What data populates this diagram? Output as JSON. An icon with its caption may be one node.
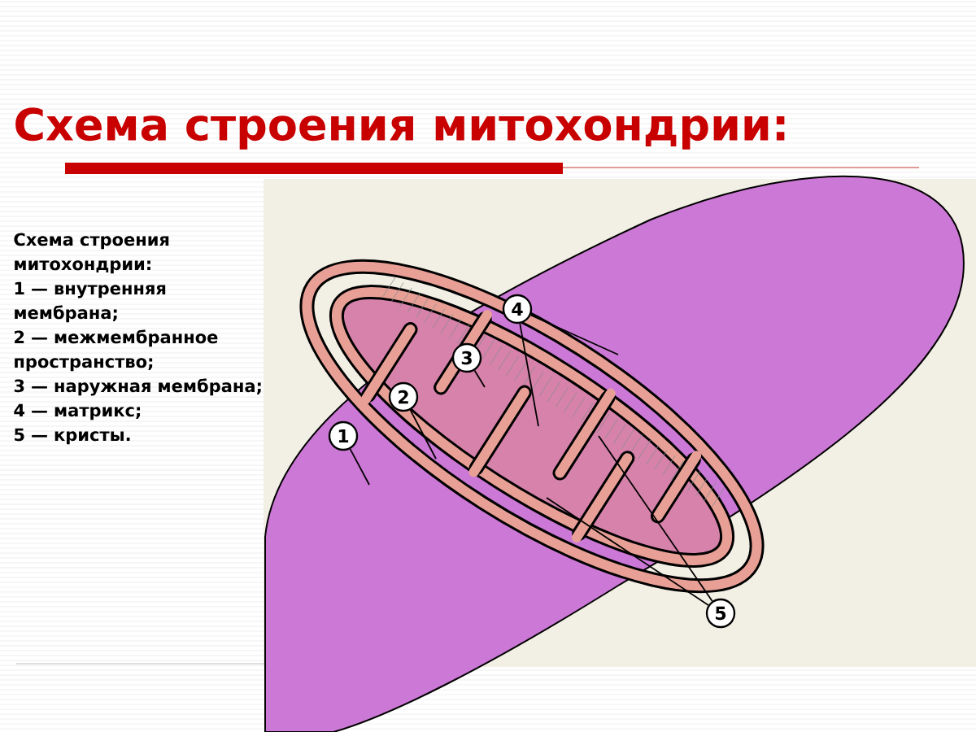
{
  "diagram": {
    "title": "Схема строения митохондрии:",
    "nodes": [
      {
        "text": [
          "1"
        ]
      },
      {
        "text": [
          "2"
        ]
      },
      {
        "text": [
          "3"
        ]
      },
      {
        "text": [
          "4"
        ]
      },
      {
        "text": [
          "5"
        ]
      }
    ],
    "edges": [
      {
        "from": 0,
        "to": null,
        "arrow": "none"
      },
      {
        "from": 1,
        "to": null,
        "arrow": "none"
      },
      {
        "from": 2,
        "to": null,
        "arrow": "none"
      },
      {
        "from": 3,
        "to": null,
        "arrow": "none"
      },
      {
        "from": 3,
        "to": null,
        "arrow": "none"
      },
      {
        "from": 4,
        "to": null,
        "arrow": "none"
      },
      {
        "from": 4,
        "to": null,
        "arrow": "none"
      }
    ],
    "labels": [
      "Схема строения митохондрии:",
      "1 — внутренняя мембрана;",
      "2 — межмембранное пространство;",
      "3 — наружная мембрана;",
      "4 — матрикс;",
      "5 — кристы."
    ]
  }
}
